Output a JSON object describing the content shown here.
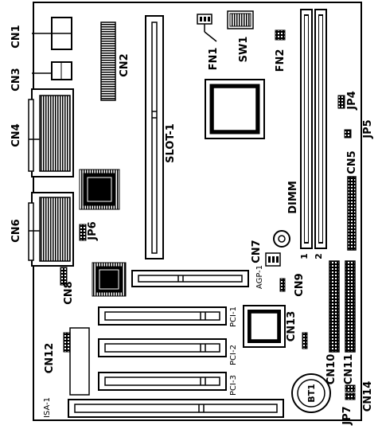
{
  "labels": {
    "cn1": "CN1",
    "cn2": "CN2",
    "cn3": "CN3",
    "cn4": "CN4",
    "cn5": "CN5",
    "cn6": "CN6",
    "cn7": "CN7",
    "cn8": "CN8",
    "cn9": "CN9",
    "cn10": "CN10",
    "cn11": "CN11",
    "cn12": "CN12",
    "cn13": "CN13",
    "cn14": "CN14",
    "fn1": "FN1",
    "fn2": "FN2",
    "sw1": "SW1",
    "jp4": "JP4",
    "jp5": "JP5",
    "jp6": "JP6",
    "jp7": "JP7",
    "slot1": "SLOT-1",
    "dimm": "DIMM",
    "dimm1": "1",
    "dimm2": "2",
    "agp1": "AGP-1",
    "pci1": "PCI-1",
    "pci2": "PCI-2",
    "pci3": "PCI-3",
    "isa1": "ISA-1",
    "bt1": "BT1"
  },
  "colors": {
    "line": "#000000",
    "background": "#ffffff"
  }
}
